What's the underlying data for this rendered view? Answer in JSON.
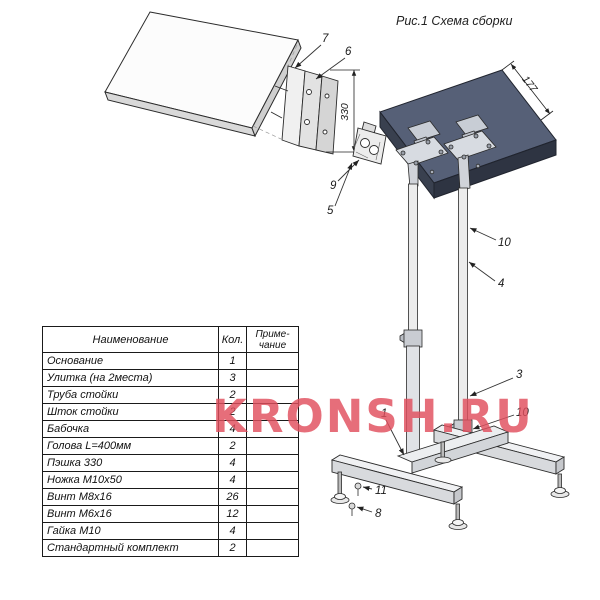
{
  "title": "Рис.1 Схема сборки",
  "watermark": "KRONSH.RU",
  "dims": [
    "330",
    "177"
  ],
  "callouts": [
    "7",
    "6",
    "9",
    "5",
    "10",
    "4",
    "3",
    "10",
    "1",
    "11",
    "8"
  ],
  "table": {
    "headers": {
      "name": "Наименование",
      "qty": "Кол.",
      "note": "Приме-\nчание"
    },
    "rows": [
      {
        "name": "Основание",
        "qty": "1",
        "note": ""
      },
      {
        "name": "Улитка (на 2места)",
        "qty": "3",
        "note": ""
      },
      {
        "name": "Труба стойки",
        "qty": "2",
        "note": ""
      },
      {
        "name": "Шток стойки",
        "qty": "2",
        "note": ""
      },
      {
        "name": "Бабочка",
        "qty": "4",
        "note": ""
      },
      {
        "name": "Голова L=400мм",
        "qty": "2",
        "note": ""
      },
      {
        "name": "Пэшка 330",
        "qty": "4",
        "note": ""
      },
      {
        "name": "Ножка М10х50",
        "qty": "4",
        "note": ""
      },
      {
        "name": "Винт М8х16",
        "qty": "26",
        "note": ""
      },
      {
        "name": "Винт М6х16",
        "qty": "12",
        "note": ""
      },
      {
        "name": "Гайка М10",
        "qty": "4",
        "note": ""
      },
      {
        "name": "Стандартный комплект",
        "qty": "2",
        "note": ""
      }
    ]
  }
}
